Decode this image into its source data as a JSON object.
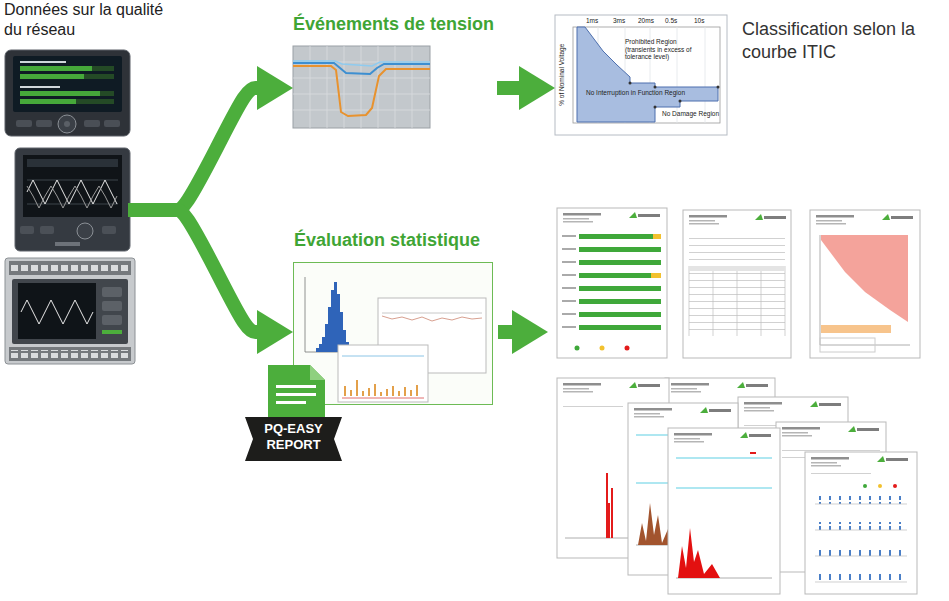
{
  "diagram": {
    "nodes": [
      {
        "text": [
          "Données sur la qualité du réseau"
        ]
      },
      {
        "text": [
          "Événements de tension"
        ]
      },
      {
        "text": [
          "Classification selon la courbe ITIC"
        ]
      },
      {
        "text": [
          "Évaluation statistique"
        ]
      },
      {
        "text": [
          "PQ-EASY REPORT"
        ]
      }
    ],
    "edges": [
      {
        "from": 0,
        "to": 1,
        "arrow": "to"
      },
      {
        "from": 0,
        "to": 3,
        "arrow": "to"
      },
      {
        "from": 1,
        "to": 2,
        "arrow": "to"
      }
    ],
    "labels": [
      "% of Nominal Voltage",
      "Prohibited Region",
      "(transients in excess of tolerance level)",
      "No Interruption in Function Region",
      "No Damage Region",
      "1ms",
      "3ms",
      "20ms",
      "0.5s",
      "10s"
    ]
  }
}
